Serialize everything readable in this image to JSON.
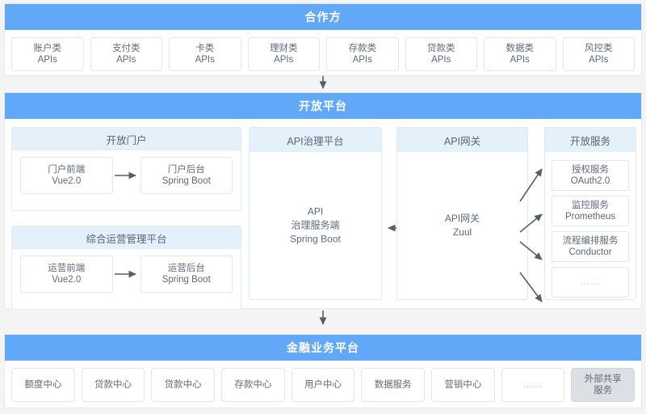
{
  "colors": {
    "band": "#62a8f8",
    "subhead": "#e4f1fb",
    "border": "#e3e6ea",
    "gray_chip": "#dcdfe3",
    "text": "#5a6470"
  },
  "partner": {
    "title": "合作方",
    "apis": [
      {
        "l1": "账户类",
        "l2": "APIs"
      },
      {
        "l1": "支付类",
        "l2": "APIs"
      },
      {
        "l1": "卡类",
        "l2": "APIs"
      },
      {
        "l1": "理财类",
        "l2": "APIs"
      },
      {
        "l1": "存款类",
        "l2": "APIs"
      },
      {
        "l1": "贷款类",
        "l2": "APIs"
      },
      {
        "l1": "数据类",
        "l2": "APIs"
      },
      {
        "l1": "风控类",
        "l2": "APIs"
      }
    ]
  },
  "open_platform": {
    "title": "开放平台",
    "portal": {
      "title": "开放门户",
      "nodes": [
        {
          "l1": "门户前端",
          "l2": "Vue2.0"
        },
        {
          "l1": "门户后台",
          "l2": "Spring Boot"
        }
      ]
    },
    "ops": {
      "title": "综合运营管理平台",
      "nodes": [
        {
          "l1": "运营前端",
          "l2": "Vue2.0"
        },
        {
          "l1": "运营后台",
          "l2": "Spring Boot"
        }
      ]
    },
    "governance": {
      "title": "API治理平台",
      "body": [
        "API",
        "治理服务端",
        "Spring Boot"
      ]
    },
    "gateway": {
      "title": "API网关",
      "body": [
        "API网关",
        "Zuul"
      ]
    },
    "services": {
      "title": "开放服务",
      "items": [
        {
          "l1": "授权服务",
          "l2": "OAuth2.0"
        },
        {
          "l1": "监控服务",
          "l2": "Prometheus"
        },
        {
          "l1": "流程编排服务",
          "l2": "Conductor"
        },
        {
          "l1": "……",
          "l2": ""
        }
      ]
    }
  },
  "business": {
    "title": "金融业务平台",
    "items": [
      {
        "l1": "额度中心",
        "l2": "",
        "gray": false
      },
      {
        "l1": "贷款中心",
        "l2": "",
        "gray": false
      },
      {
        "l1": "贷款中心",
        "l2": "",
        "gray": false
      },
      {
        "l1": "存款中心",
        "l2": "",
        "gray": false
      },
      {
        "l1": "用户中心",
        "l2": "",
        "gray": false
      },
      {
        "l1": "数据服务",
        "l2": "",
        "gray": false
      },
      {
        "l1": "营销中心",
        "l2": "",
        "gray": false
      },
      {
        "l1": "……",
        "l2": "",
        "gray": false
      },
      {
        "l1": "外部共享",
        "l2": "服务",
        "gray": true
      }
    ]
  }
}
